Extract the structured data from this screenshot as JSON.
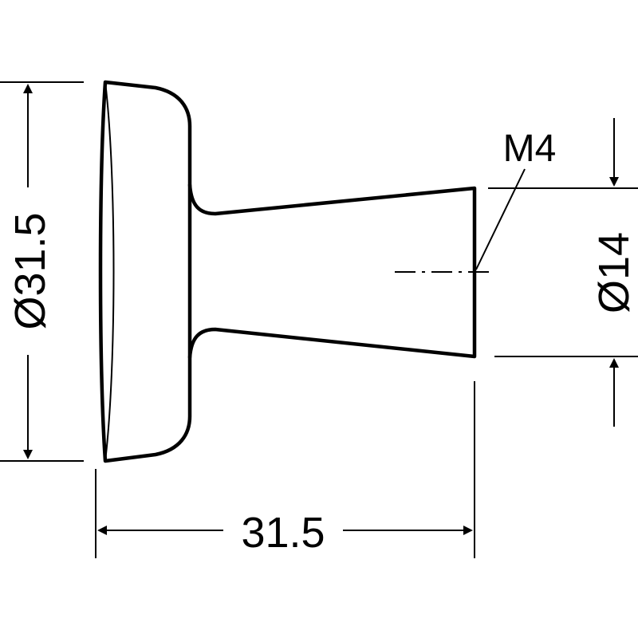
{
  "drawing": {
    "dimensions": {
      "head_diameter": "Ø31.5",
      "stem_diameter": "Ø14",
      "overall_length": "31.5",
      "thread": "M4"
    }
  }
}
